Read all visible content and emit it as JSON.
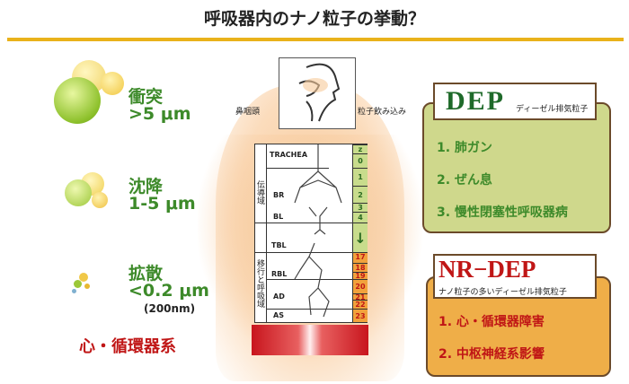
{
  "title": "呼吸器内のナノ粒子の挙動？",
  "left": {
    "impaction": {
      "label": "衝突",
      "size": ">5 μm"
    },
    "sedimentation": {
      "label": "沈降",
      "size": "1-5 μm"
    },
    "diffusion": {
      "label": "拡散",
      "size": "<0.2 μm",
      "nm": "(200nm)"
    },
    "cardio": "心・循環器系"
  },
  "center": {
    "nasopharynx": "鼻咽頭",
    "swallow": "粒子飲み込み",
    "zones": [
      "伝導域",
      "移行と呼吸域"
    ],
    "regions": [
      "TRACHEA",
      "BR",
      "BL",
      "TBL",
      "RBL",
      "AD",
      "AS"
    ],
    "generations": [
      "z",
      "0",
      "1",
      "2",
      "3",
      "4",
      "↓",
      "17",
      "18",
      "19",
      "20",
      "21",
      "22",
      "23"
    ]
  },
  "dep": {
    "title": "DEP",
    "subtitle": "ディーゼル排気粒子",
    "items": [
      "1. 肺ガン",
      "2. ぜん息",
      "3. 慢性閉塞性呼吸器病"
    ]
  },
  "nrdep": {
    "title": "NR−DEP",
    "subtitle": "ナノ粒子の多いディーゼル排気粒子",
    "items": [
      "1. 心・循環器障害",
      "2. 中枢神経系影響"
    ]
  },
  "colors": {
    "green": "#3d8a2a",
    "red": "#c01616",
    "gold": "#e9b21b",
    "olive": "#cfd88c",
    "orange": "#efae48"
  }
}
